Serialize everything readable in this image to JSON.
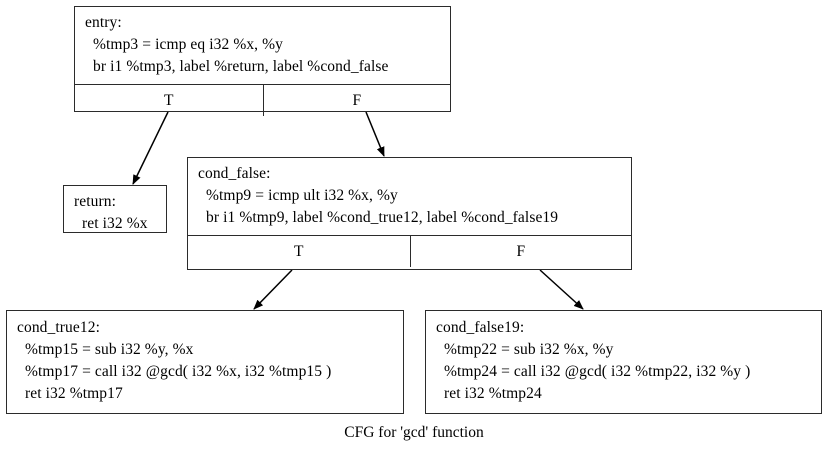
{
  "graph": {
    "caption": "CFG for 'gcd' function",
    "background": "#ffffff",
    "stroke": "#2b2b2b",
    "text_color": "#000000"
  },
  "nodes": {
    "entry": {
      "id": "entry",
      "lines": [
        "entry:",
        "%tmp3 = icmp eq i32 %x, %y",
        "br i1 %tmp3, label %return, label %cond_false"
      ],
      "ports": {
        "true_label": "T",
        "false_label": "F"
      }
    },
    "return": {
      "id": "return",
      "lines": [
        "return:",
        "ret i32 %x"
      ]
    },
    "cond_false": {
      "id": "cond_false",
      "lines": [
        "cond_false:",
        "%tmp9 = icmp ult i32 %x, %y",
        "br i1 %tmp9, label %cond_true12, label %cond_false19"
      ],
      "ports": {
        "true_label": "T",
        "false_label": "F"
      }
    },
    "cond_true12": {
      "id": "cond_true12",
      "lines": [
        "cond_true12:",
        "%tmp15 = sub i32 %y, %x",
        "%tmp17 = call i32 @gcd( i32 %x, i32 %tmp15 )",
        "ret i32 %tmp17"
      ]
    },
    "cond_false19": {
      "id": "cond_false19",
      "lines": [
        "cond_false19:",
        "%tmp22 = sub i32 %x, %y",
        "%tmp24 = call i32 @gcd( i32 %tmp22, i32 %y )",
        "ret i32 %tmp24"
      ]
    }
  },
  "edges": [
    {
      "from": "entry:T",
      "to": "return"
    },
    {
      "from": "entry:F",
      "to": "cond_false"
    },
    {
      "from": "cond_false:T",
      "to": "cond_true12"
    },
    {
      "from": "cond_false:F",
      "to": "cond_false19"
    }
  ]
}
